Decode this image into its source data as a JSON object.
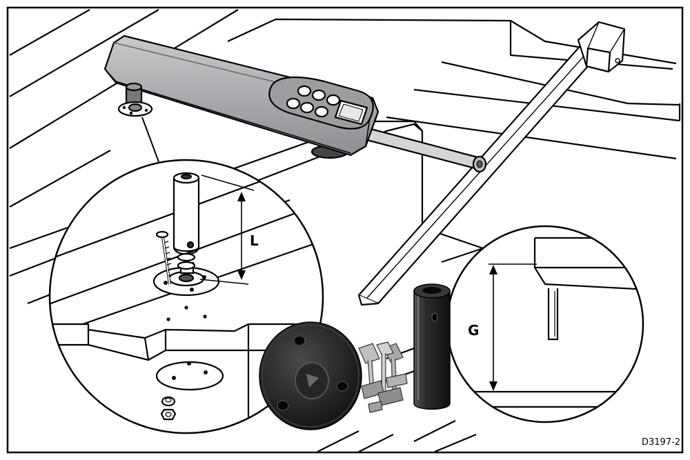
{
  "labels": {
    "length_dimension": "L",
    "gap_dimension": "G",
    "figure_code": "D3197-2"
  },
  "colors": {
    "line": "#000000",
    "paper": "#ffffff",
    "body_grey": "#a7a7ab",
    "dark_part": "#1c1c1c"
  }
}
